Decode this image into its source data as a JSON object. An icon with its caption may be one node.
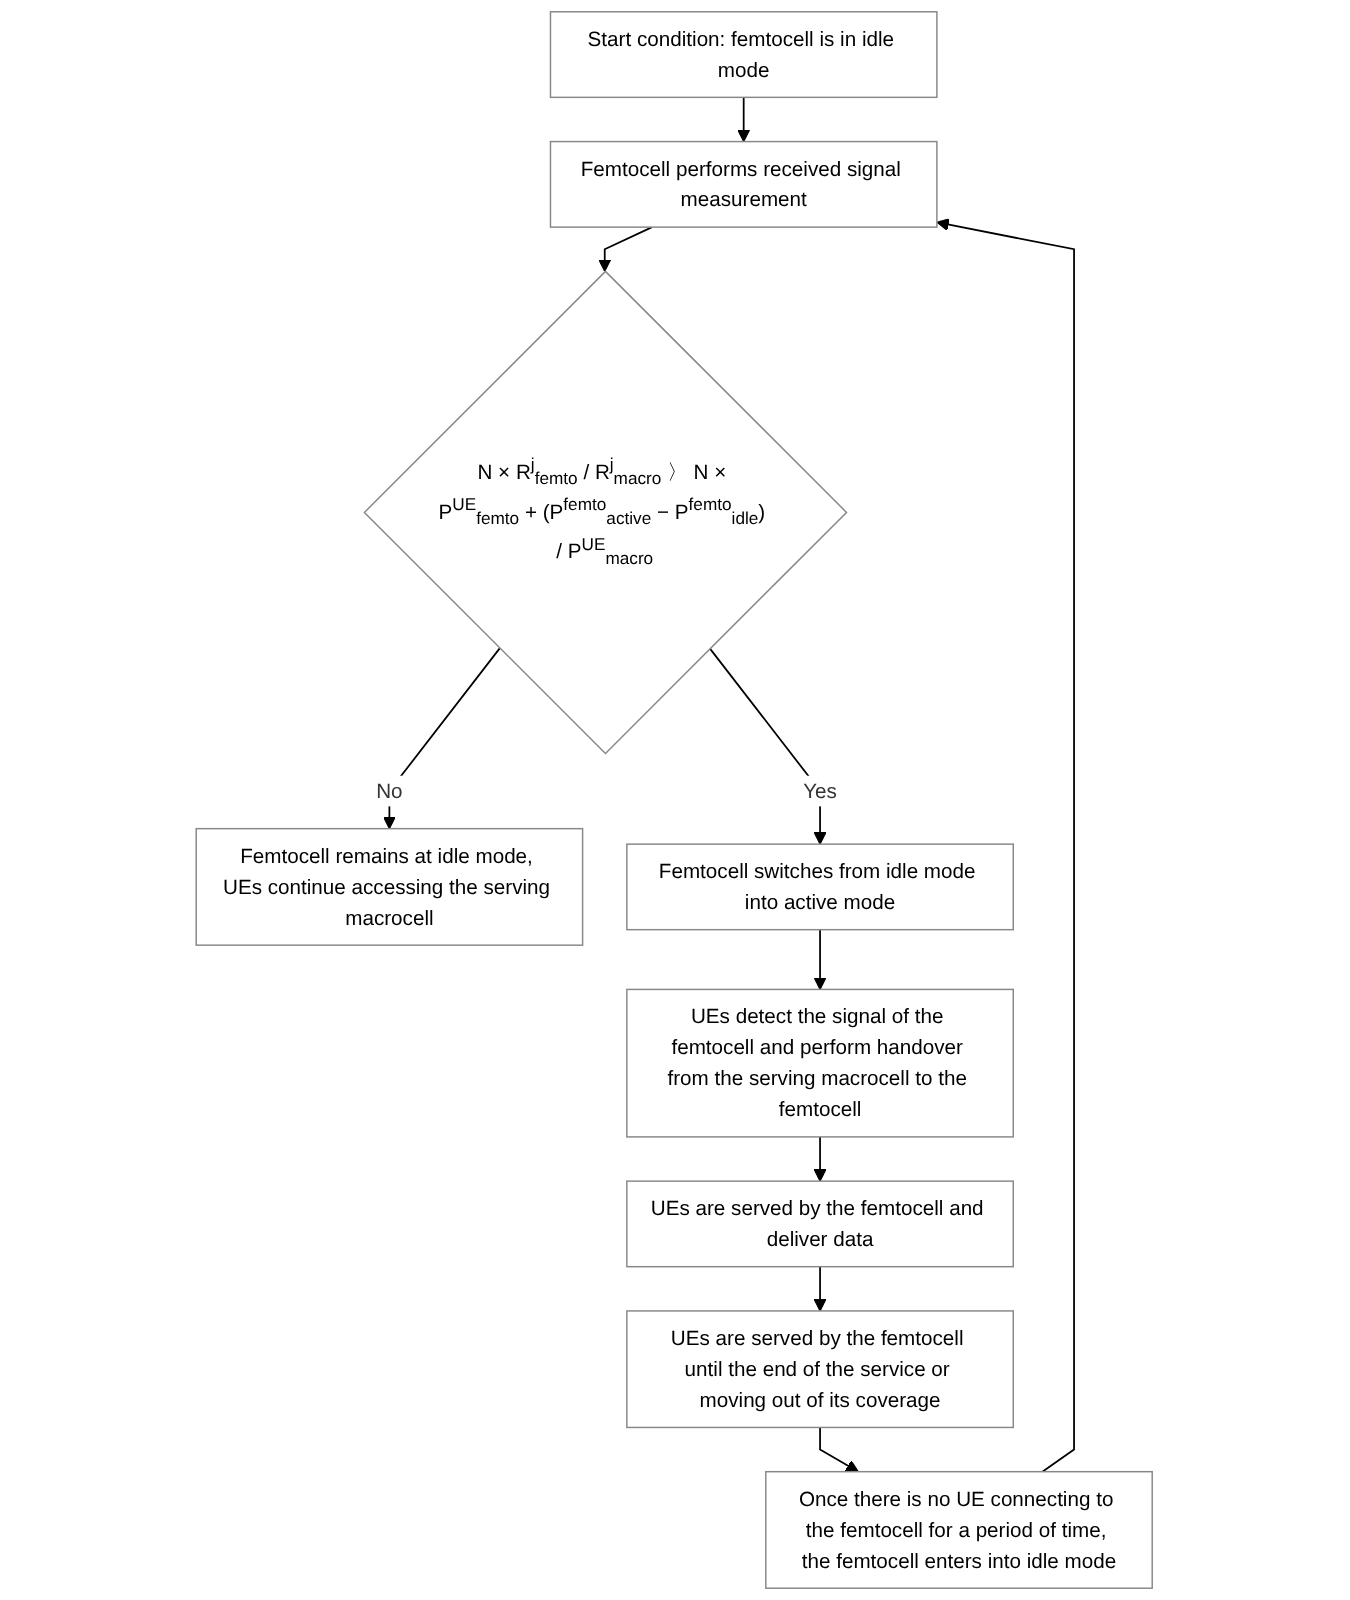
{
  "diagram": {
    "nodes": [
      {
        "text": [
          "Start condition: femtocell is in idle mode"
        ]
      },
      {
        "text": [
          "Femtocell performs received signal measurement"
        ]
      },
      {
        "text": [
          "N × R$^{j}$$_{femto}$ / R$^{j}$$_{macro}$ 〉 N × P$^{UE}$$_{femto}$ + (P$^{femto}$$_{active}$ − P$^{femto}$$_{idle}$) / P$^{UE}$$_{macro}$"
        ]
      },
      {
        "text": [
          "Femtocell remains at idle mode, UEs continue accessing the serving macrocell"
        ]
      },
      {
        "text": [
          "Femtocell switches from idle mode into active mode"
        ]
      },
      {
        "text": [
          "UEs detect the signal of the femtocell and perform handover from the serving macrocell to the femtocell"
        ]
      },
      {
        "text": [
          "UEs are served by the femtocell and deliver data"
        ]
      },
      {
        "text": [
          "UEs are served by the femtocell until the end of the service or moving out of its coverage"
        ]
      },
      {
        "text": [
          "Once there is no UE connecting to the femtocell for a period of time, the femtocell enters into idle mode"
        ]
      }
    ],
    "edges": [
      {
        "from": 0,
        "to": 1,
        "arrow": "to"
      },
      {
        "from": 1,
        "to": 2,
        "arrow": "to"
      },
      {
        "from": 2,
        "to": 4,
        "label": "Yes",
        "arrow": "to"
      },
      {
        "from": 2,
        "to": 3,
        "label": "No",
        "arrow": "to"
      },
      {
        "from": 4,
        "to": 5,
        "arrow": "to"
      },
      {
        "from": 5,
        "to": 6,
        "arrow": "to"
      },
      {
        "from": 6,
        "to": 7,
        "arrow": "to"
      },
      {
        "from": 7,
        "to": 8,
        "arrow": "to"
      },
      {
        "from": 8,
        "to": 1,
        "arrow": "to"
      }
    ]
  }
}
